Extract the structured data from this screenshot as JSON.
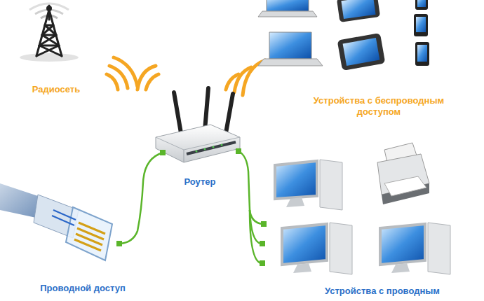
{
  "diagram": {
    "labels": [
      "Радиосеть",
      "Устройства с беспроводным доступом",
      "Роутер",
      "Проводной доступ",
      "Устройства с проводным"
    ]
  }
}
